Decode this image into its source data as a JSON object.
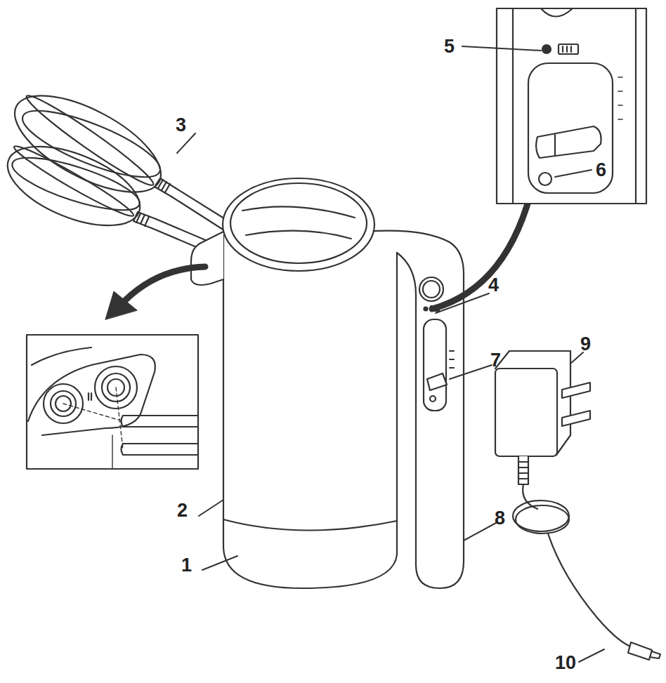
{
  "diagram": {
    "labels": [
      "5",
      "3",
      "6",
      "4",
      "9",
      "7",
      "2",
      "8",
      "1",
      "10"
    ]
  }
}
